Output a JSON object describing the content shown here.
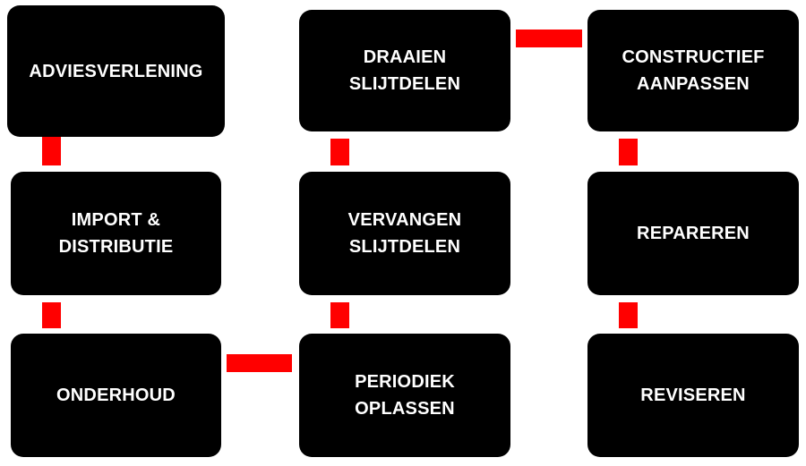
{
  "connector_color": "#ff0000",
  "nodes": {
    "adviesverlening": "ADVIESVERLENING",
    "import": "IMPORT &\nDISTRIBUTIE",
    "onderhoud": "ONDERHOUD",
    "draaien": "DRAAIEN\nSLIJTDELEN",
    "vervangen": "VERVANGEN\nSLIJTDELEN",
    "periodiek": "PERIODIEK\nOPLASSEN",
    "constructief": "CONSTRUCTIEF\nAANPASSEN",
    "repareren": "REPAREREN",
    "reviseren": "REVISEREN"
  }
}
